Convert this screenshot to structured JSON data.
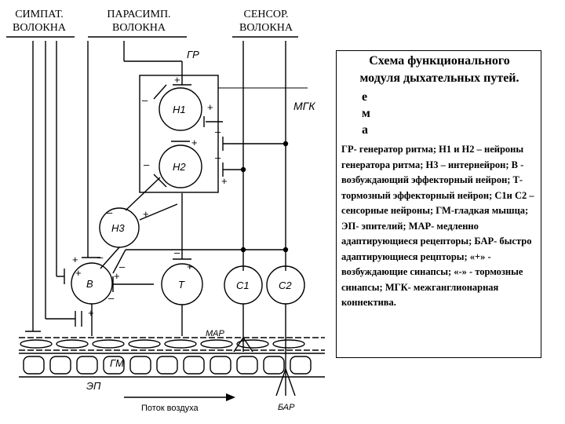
{
  "headers": {
    "symp_line1": "СИМПАТ.",
    "symp_line2": "ВОЛОКНА",
    "parasymp_line1": "ПАРАСИМП.",
    "parasymp_line2": "ВОЛОКНА",
    "sensor_line1": "СЕНСОР.",
    "sensor_line2": "ВОЛОКНА"
  },
  "labels": {
    "gr": "ГР",
    "mgk": "МГК",
    "h1": "Н1",
    "h2": "Н2",
    "h3": "Н3",
    "b": "В",
    "t": "Т",
    "c1": "С1",
    "c2": "С2",
    "mar": "МАР",
    "gm": "ГМ",
    "ep": "ЭП",
    "bar": "БАР",
    "airflow": "Поток воздуха"
  },
  "description": {
    "title_line1": "Схема функционального",
    "title_line2": "модуля дыхательных путей.",
    "letters": [
      "е",
      "м",
      "а"
    ],
    "body": "ГР- генератор ритма; Н1 и Н2 – нейроны генератора ритма; Н3 – интернейрон; В - возбуждающий эффекторный нейрон; Т-тормозный эффекторный нейрон; С1и С2 – сенсорные нейроны; ГМ-гладкая мышца; ЭП- эпителий; МАР- медленно адаптирующиеся рецепторы; БАР- быстро адаптирующиеся рецпторы; «+» - возбуждающие синапсы; «-» - тормозные синапсы; МГК- межганглионарная коннектива."
  },
  "signs": {
    "plus": "+",
    "minus": "–"
  }
}
